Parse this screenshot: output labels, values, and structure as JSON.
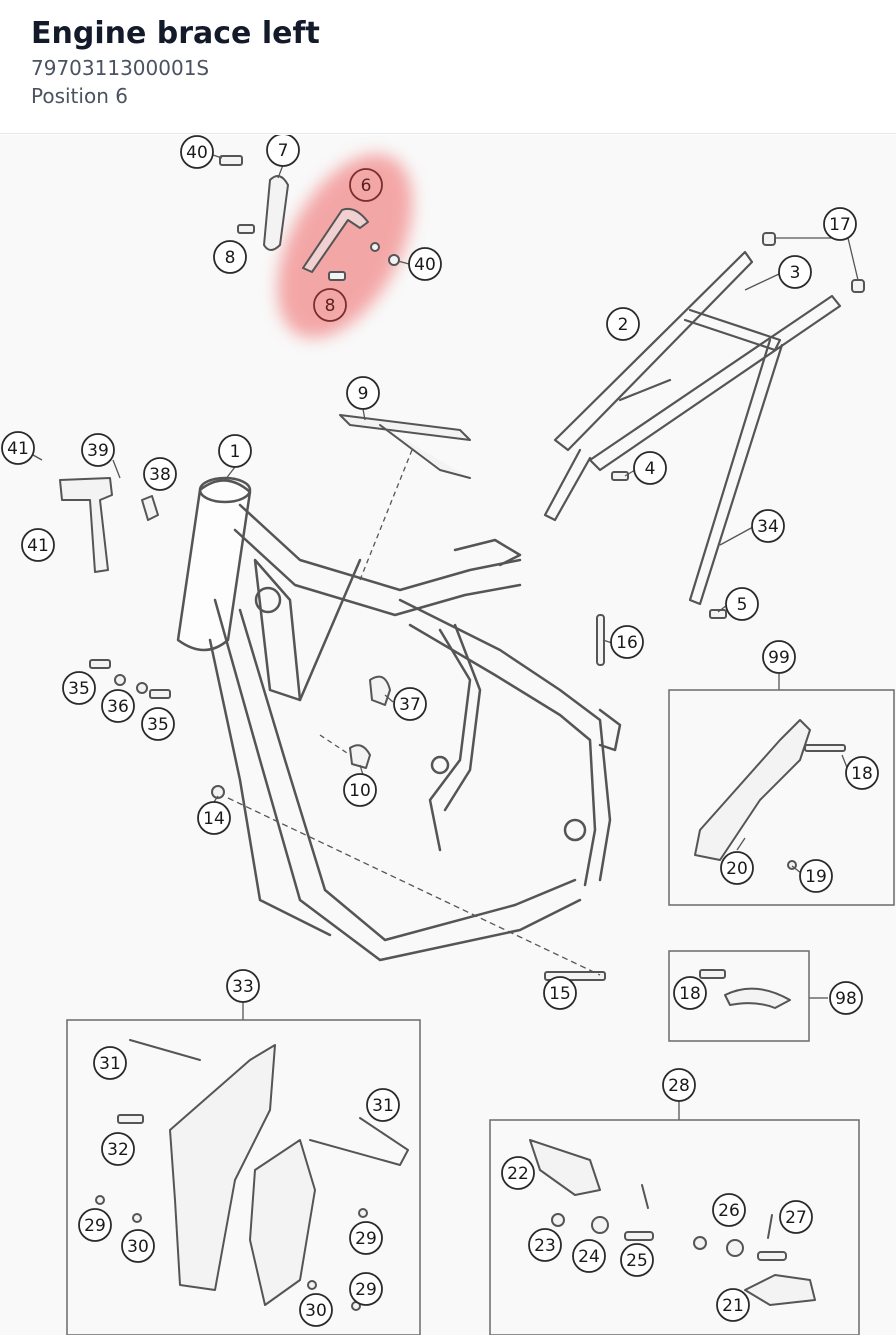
{
  "part": {
    "name": "Engine brace left",
    "number": "7970311300001S",
    "position": "Position 6"
  },
  "colors": {
    "highlight": "#f28b8b",
    "line": "#555555"
  },
  "callouts": {
    "c40a": "40",
    "c7": "7",
    "c6": "6",
    "c8a": "8",
    "c40b": "40",
    "c8b": "8",
    "c17": "17",
    "c3": "3",
    "c2": "2",
    "c9": "9",
    "c41a": "41",
    "c39": "39",
    "c38": "38",
    "c1": "1",
    "c41b": "41",
    "c4": "4",
    "c34": "34",
    "c5": "5",
    "c16": "16",
    "c99": "99",
    "c35a": "35",
    "c36": "36",
    "c35b": "35",
    "c37": "37",
    "c18a": "18",
    "c10": "10",
    "c14": "14",
    "c20": "20",
    "c19": "19",
    "c33": "33",
    "c15": "15",
    "c18b": "18",
    "c98": "98",
    "c28": "28",
    "c31a": "31",
    "c31b": "31",
    "c32": "32",
    "c22": "22",
    "c26": "26",
    "c27": "27",
    "c29a": "29",
    "c30a": "30",
    "c29b": "29",
    "c23": "23",
    "c24": "24",
    "c25": "25",
    "c29c": "29",
    "c30b": "30",
    "c21": "21"
  }
}
